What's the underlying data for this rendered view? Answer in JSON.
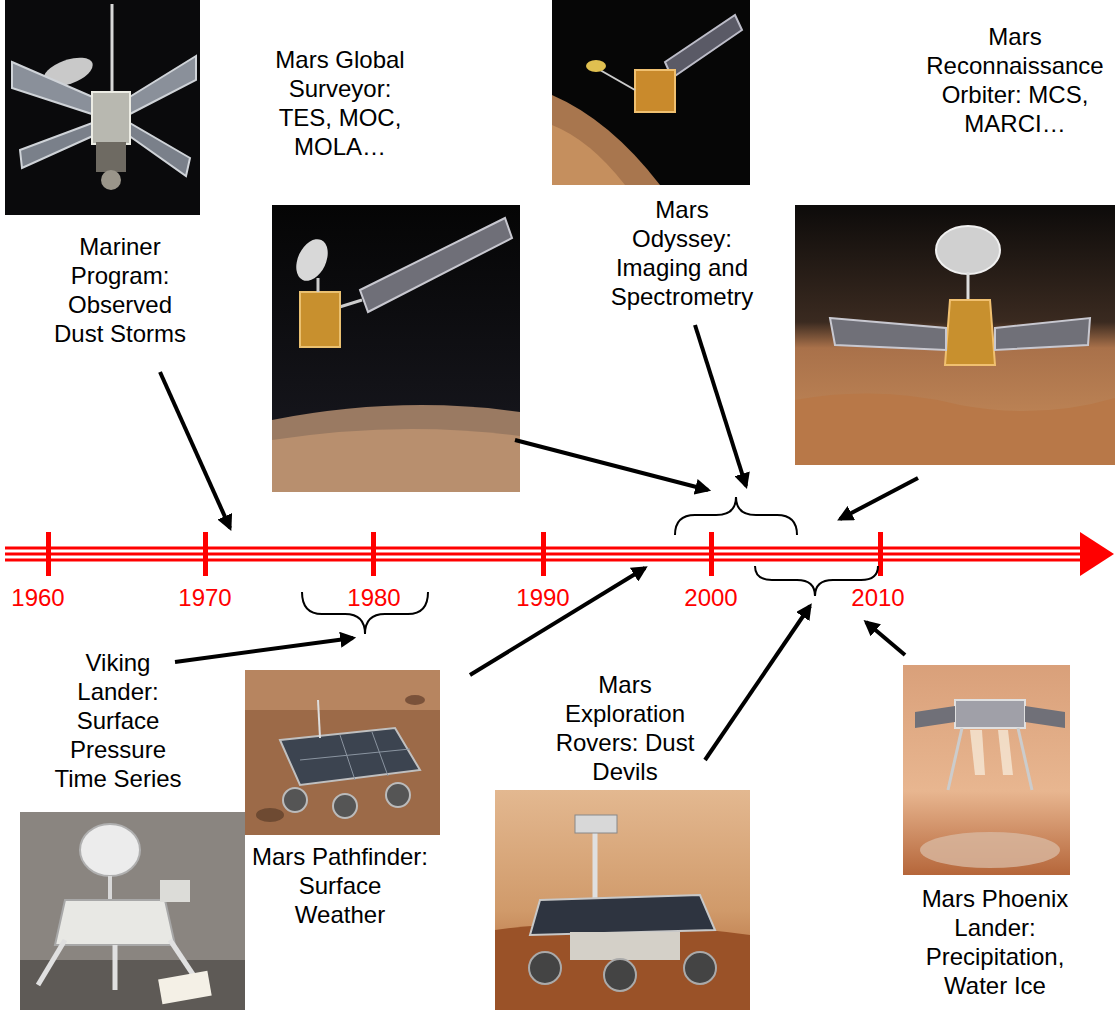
{
  "diagram": {
    "labels": [
      "Mariner Program: Observed Dust Storms",
      "Mars Global Surveyor: TES, MOC, MOLA…",
      "Mars Odyssey: Imaging and Spectrometry",
      "Mars Reconnaissance Orbiter: MCS, MARCI…",
      "1960",
      "1970",
      "1980",
      "1990",
      "2000",
      "2010",
      "Viking Lander: Surface Pressure Time Series",
      "Mars Pathfinder: Surface Weather",
      "Mars Exploration Rovers: Dust Devils",
      "Mars Phoenix Lander: Precipitation, Water Ice"
    ]
  }
}
